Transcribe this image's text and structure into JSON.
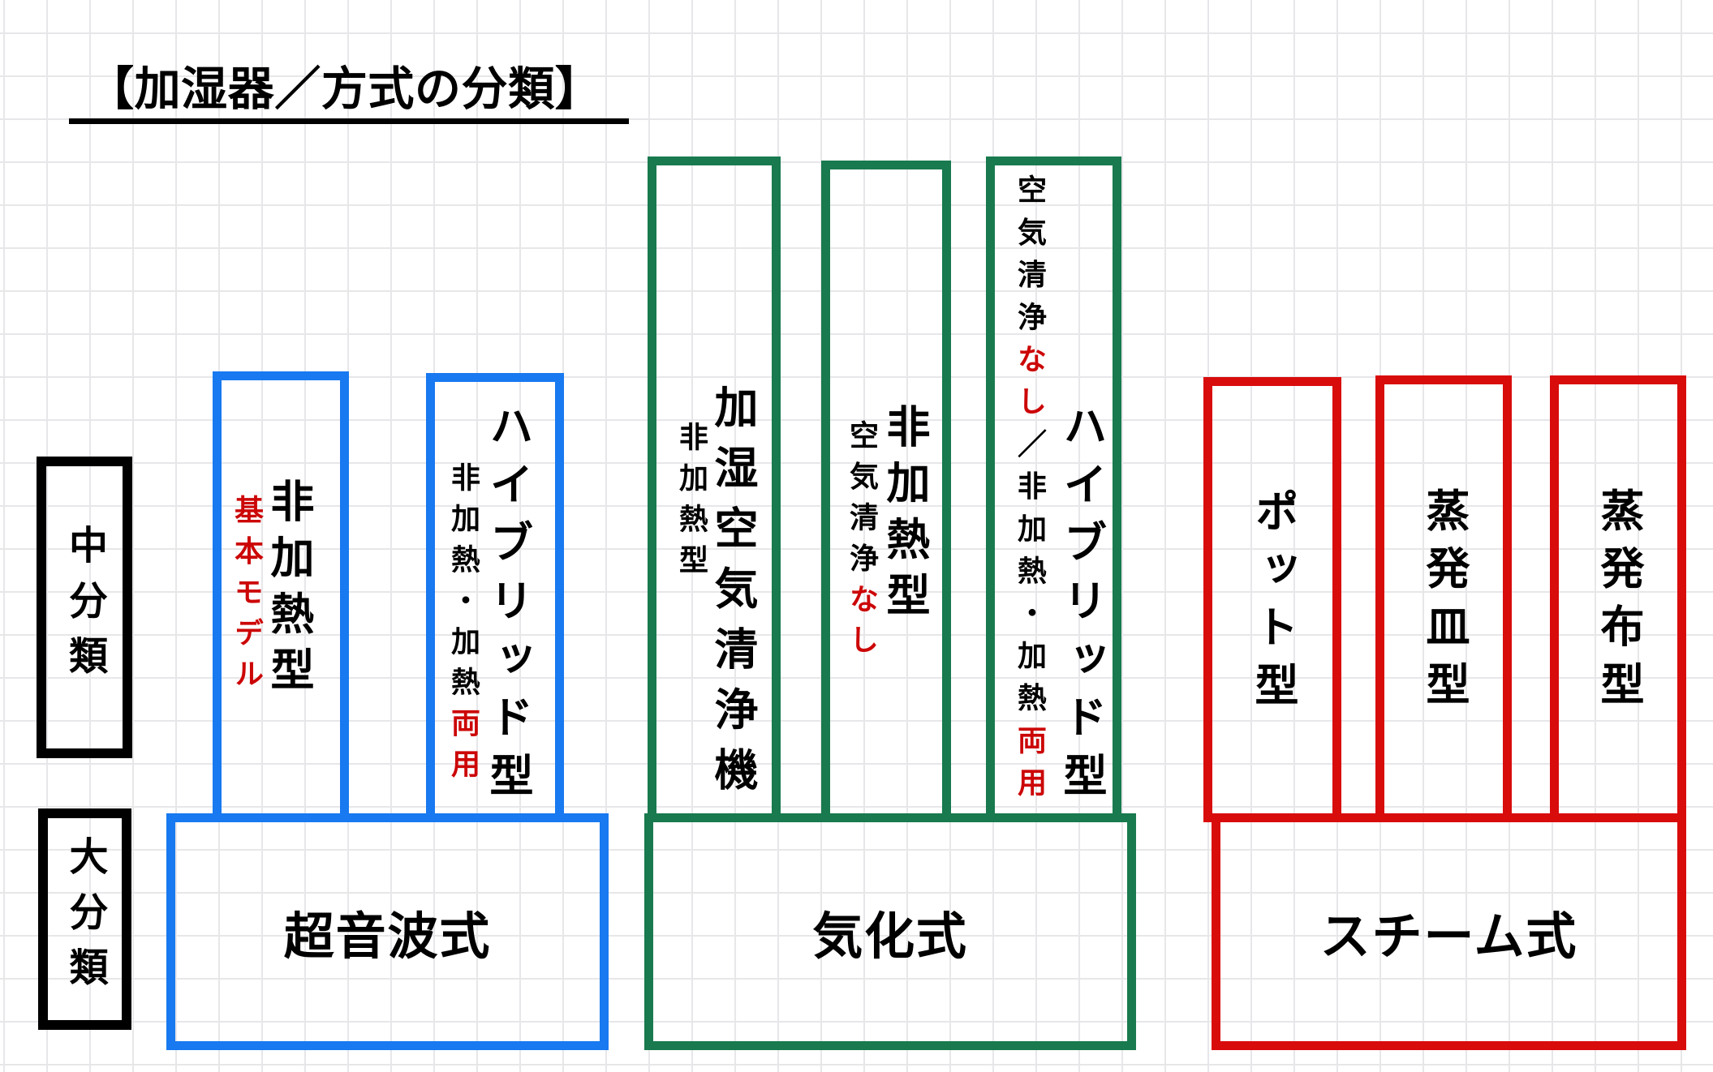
{
  "title": "【加湿器／方式の分類】",
  "row_labels": {
    "middle": "中分類",
    "large": "大分類"
  },
  "palette": {
    "ultrasonic_blue": "#1879F0",
    "vaporization_green": "#187A4E",
    "steam_red": "#D90C0C",
    "accent_red_text": "#CC0606",
    "ink_black": "#000000"
  },
  "groups": [
    {
      "label": "超音波式",
      "children": [
        {
          "main": "非加熱型",
          "sub_parts": [
            {
              "text": "基本モデル",
              "color": "red"
            }
          ]
        },
        {
          "main": "ハイブリッド型",
          "sub_parts": [
            {
              "text": "非加熱・加熱",
              "color": "black"
            },
            {
              "text": "両用",
              "color": "red"
            }
          ]
        }
      ]
    },
    {
      "label": "気化式",
      "children": [
        {
          "main": "加湿空気清浄機",
          "sub_parts": [
            {
              "text": "非加熱型",
              "color": "black"
            }
          ]
        },
        {
          "main": "非加熱型",
          "sub_parts": [
            {
              "text": "空気清浄",
              "color": "black"
            },
            {
              "text": "なし",
              "color": "red"
            }
          ]
        },
        {
          "main": "ハイブリッド型",
          "sub_parts": [
            {
              "text": "空気清浄",
              "color": "black"
            },
            {
              "text": "なし",
              "color": "red"
            },
            {
              "text": "／非加熱・加熱",
              "color": "black"
            },
            {
              "text": "両用",
              "color": "red"
            }
          ]
        }
      ]
    },
    {
      "label": "スチーム式",
      "children": [
        {
          "main": "ポット型"
        },
        {
          "main": "蒸発皿型"
        },
        {
          "main": "蒸発布型"
        }
      ]
    }
  ]
}
